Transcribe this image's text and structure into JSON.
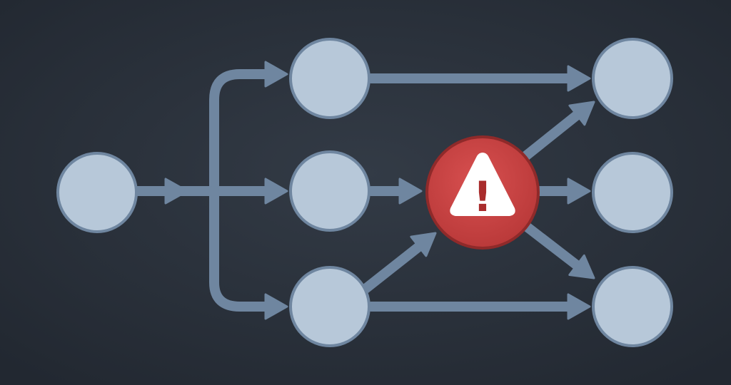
{
  "diagram": {
    "type": "flow-graph",
    "colors": {
      "background": "#333b46",
      "background_dark": "#222831",
      "node_fill": "#b7c8d9",
      "node_stroke": "#6f86a0",
      "edge": "#6f86a0",
      "warning_fill": "#cc4444",
      "warning_stroke": "#8f2a2a",
      "warning_triangle": "#ffffff",
      "warning_mark": "#a92c2c"
    },
    "nodes": [
      {
        "id": "source",
        "kind": "node"
      },
      {
        "id": "branch-top",
        "kind": "node"
      },
      {
        "id": "branch-middle",
        "kind": "node"
      },
      {
        "id": "branch-bottom",
        "kind": "node"
      },
      {
        "id": "warning",
        "kind": "warning",
        "icon": "warning-triangle-icon",
        "mark": "!"
      },
      {
        "id": "target-top",
        "kind": "node"
      },
      {
        "id": "target-middle",
        "kind": "node"
      },
      {
        "id": "target-bottom",
        "kind": "node"
      }
    ],
    "edges": [
      {
        "from": "source",
        "to": "branch-top"
      },
      {
        "from": "source",
        "to": "branch-middle"
      },
      {
        "from": "source",
        "to": "branch-bottom"
      },
      {
        "from": "branch-top",
        "to": "target-top"
      },
      {
        "from": "branch-middle",
        "to": "warning"
      },
      {
        "from": "branch-bottom",
        "to": "warning"
      },
      {
        "from": "branch-bottom",
        "to": "target-bottom"
      },
      {
        "from": "warning",
        "to": "target-top"
      },
      {
        "from": "warning",
        "to": "target-middle"
      },
      {
        "from": "warning",
        "to": "target-bottom"
      }
    ]
  }
}
